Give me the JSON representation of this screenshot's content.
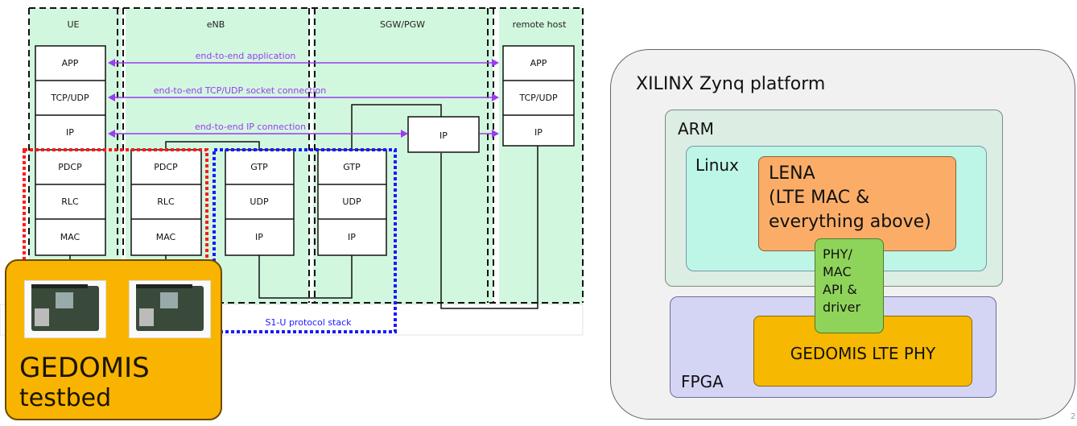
{
  "stack": {
    "columns": {
      "ue": "UE",
      "enb": "eNB",
      "sgw": "SGW/PGW",
      "remote": "remote host"
    },
    "ue_layers": [
      "APP",
      "TCP/UDP",
      "IP",
      "PDCP",
      "RLC",
      "MAC"
    ],
    "enb_radio_layers": [
      "PDCP",
      "RLC",
      "MAC"
    ],
    "enb_s1_layers": [
      "GTP",
      "UDP",
      "IP"
    ],
    "sgw_s1_layers": [
      "GTP",
      "UDP",
      "IP"
    ],
    "sgw_ip": "IP",
    "remote_layers": [
      "APP",
      "TCP/UDP",
      "IP"
    ],
    "connections": {
      "app": "end-to-end application",
      "tcp": "end-to-end TCP/UDP socket connection",
      "ip": "end-to-end IP connection"
    },
    "s1u_label": "S1-U protocol stack",
    "colors": {
      "column_bg": "#d2f7df",
      "arrow": "#9b3cf0",
      "radio_border": "#ff1a1a",
      "s1u_border": "#1a1aff"
    }
  },
  "testbed": {
    "title": "GEDOMIS",
    "subtitle": "testbed",
    "boards": [
      "fpga-board-photo",
      "fpga-board-photo"
    ],
    "color": "#f8b400"
  },
  "platform": {
    "title": "XILINX Zynq platform",
    "arm": "ARM",
    "linux": "Linux",
    "lena_lines": [
      "LENA",
      "(LTE MAC &",
      "everything above)"
    ],
    "fpga": "FPGA",
    "phy": "GEDOMIS LTE PHY",
    "api_lines": [
      "PHY/",
      "MAC",
      "API &",
      "driver"
    ],
    "colors": {
      "arm": "#dcede4",
      "linux": "#bdf5e6",
      "lena": "#fbad68",
      "fpga": "#d4d4f4",
      "phy": "#f6b800",
      "api": "#8fd45a"
    }
  },
  "page_number": "2"
}
